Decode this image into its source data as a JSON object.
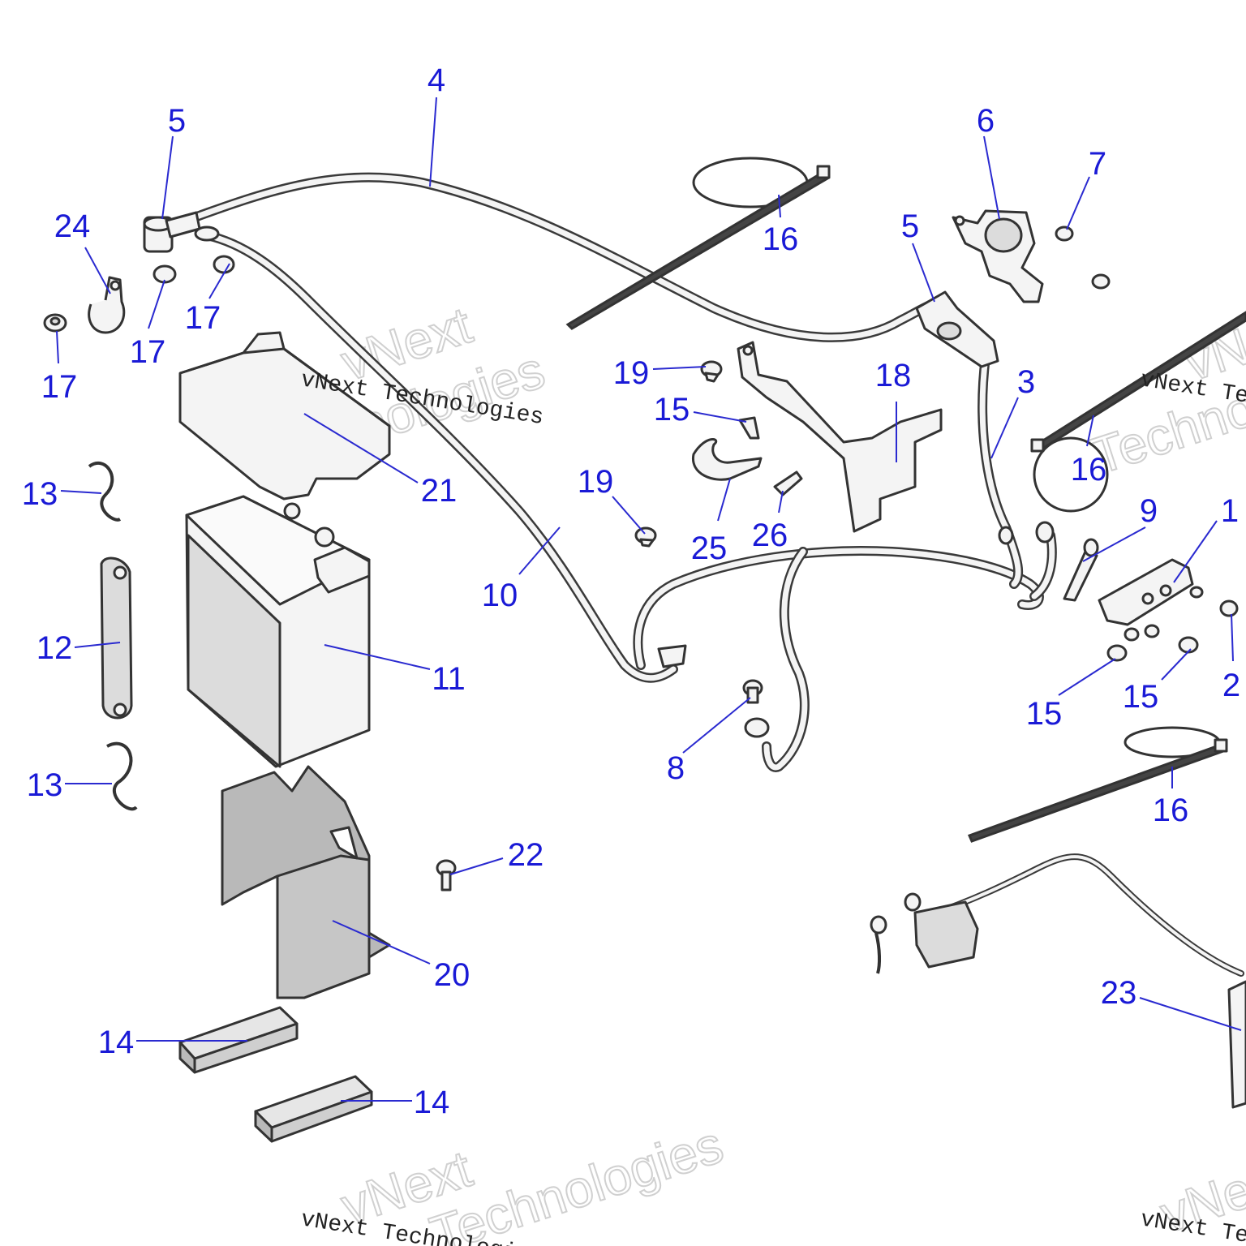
{
  "watermark": {
    "brand_line": "vNext Technologies",
    "word_1": "vNext",
    "word_2": "Technologies"
  },
  "callouts": [
    {
      "id": "c1",
      "label": "1"
    },
    {
      "id": "c2",
      "label": "2"
    },
    {
      "id": "c3",
      "label": "3"
    },
    {
      "id": "c4",
      "label": "4"
    },
    {
      "id": "c5a",
      "label": "5"
    },
    {
      "id": "c5b",
      "label": "5"
    },
    {
      "id": "c6",
      "label": "6"
    },
    {
      "id": "c7",
      "label": "7"
    },
    {
      "id": "c8",
      "label": "8"
    },
    {
      "id": "c9",
      "label": "9"
    },
    {
      "id": "c10",
      "label": "10"
    },
    {
      "id": "c11",
      "label": "11"
    },
    {
      "id": "c12",
      "label": "12"
    },
    {
      "id": "c13a",
      "label": "13"
    },
    {
      "id": "c13b",
      "label": "13"
    },
    {
      "id": "c14a",
      "label": "14"
    },
    {
      "id": "c14b",
      "label": "14"
    },
    {
      "id": "c15a",
      "label": "15"
    },
    {
      "id": "c15b",
      "label": "15"
    },
    {
      "id": "c15c",
      "label": "15"
    },
    {
      "id": "c16a",
      "label": "16"
    },
    {
      "id": "c16b",
      "label": "16"
    },
    {
      "id": "c16c",
      "label": "16"
    },
    {
      "id": "c17a",
      "label": "17"
    },
    {
      "id": "c17b",
      "label": "17"
    },
    {
      "id": "c17c",
      "label": "17"
    },
    {
      "id": "c18",
      "label": "18"
    },
    {
      "id": "c19a",
      "label": "19"
    },
    {
      "id": "c19b",
      "label": "19"
    },
    {
      "id": "c20",
      "label": "20"
    },
    {
      "id": "c21",
      "label": "21"
    },
    {
      "id": "c22",
      "label": "22"
    },
    {
      "id": "c23",
      "label": "23"
    },
    {
      "id": "c24",
      "label": "24"
    },
    {
      "id": "c25",
      "label": "25"
    },
    {
      "id": "c26",
      "label": "26"
    }
  ]
}
